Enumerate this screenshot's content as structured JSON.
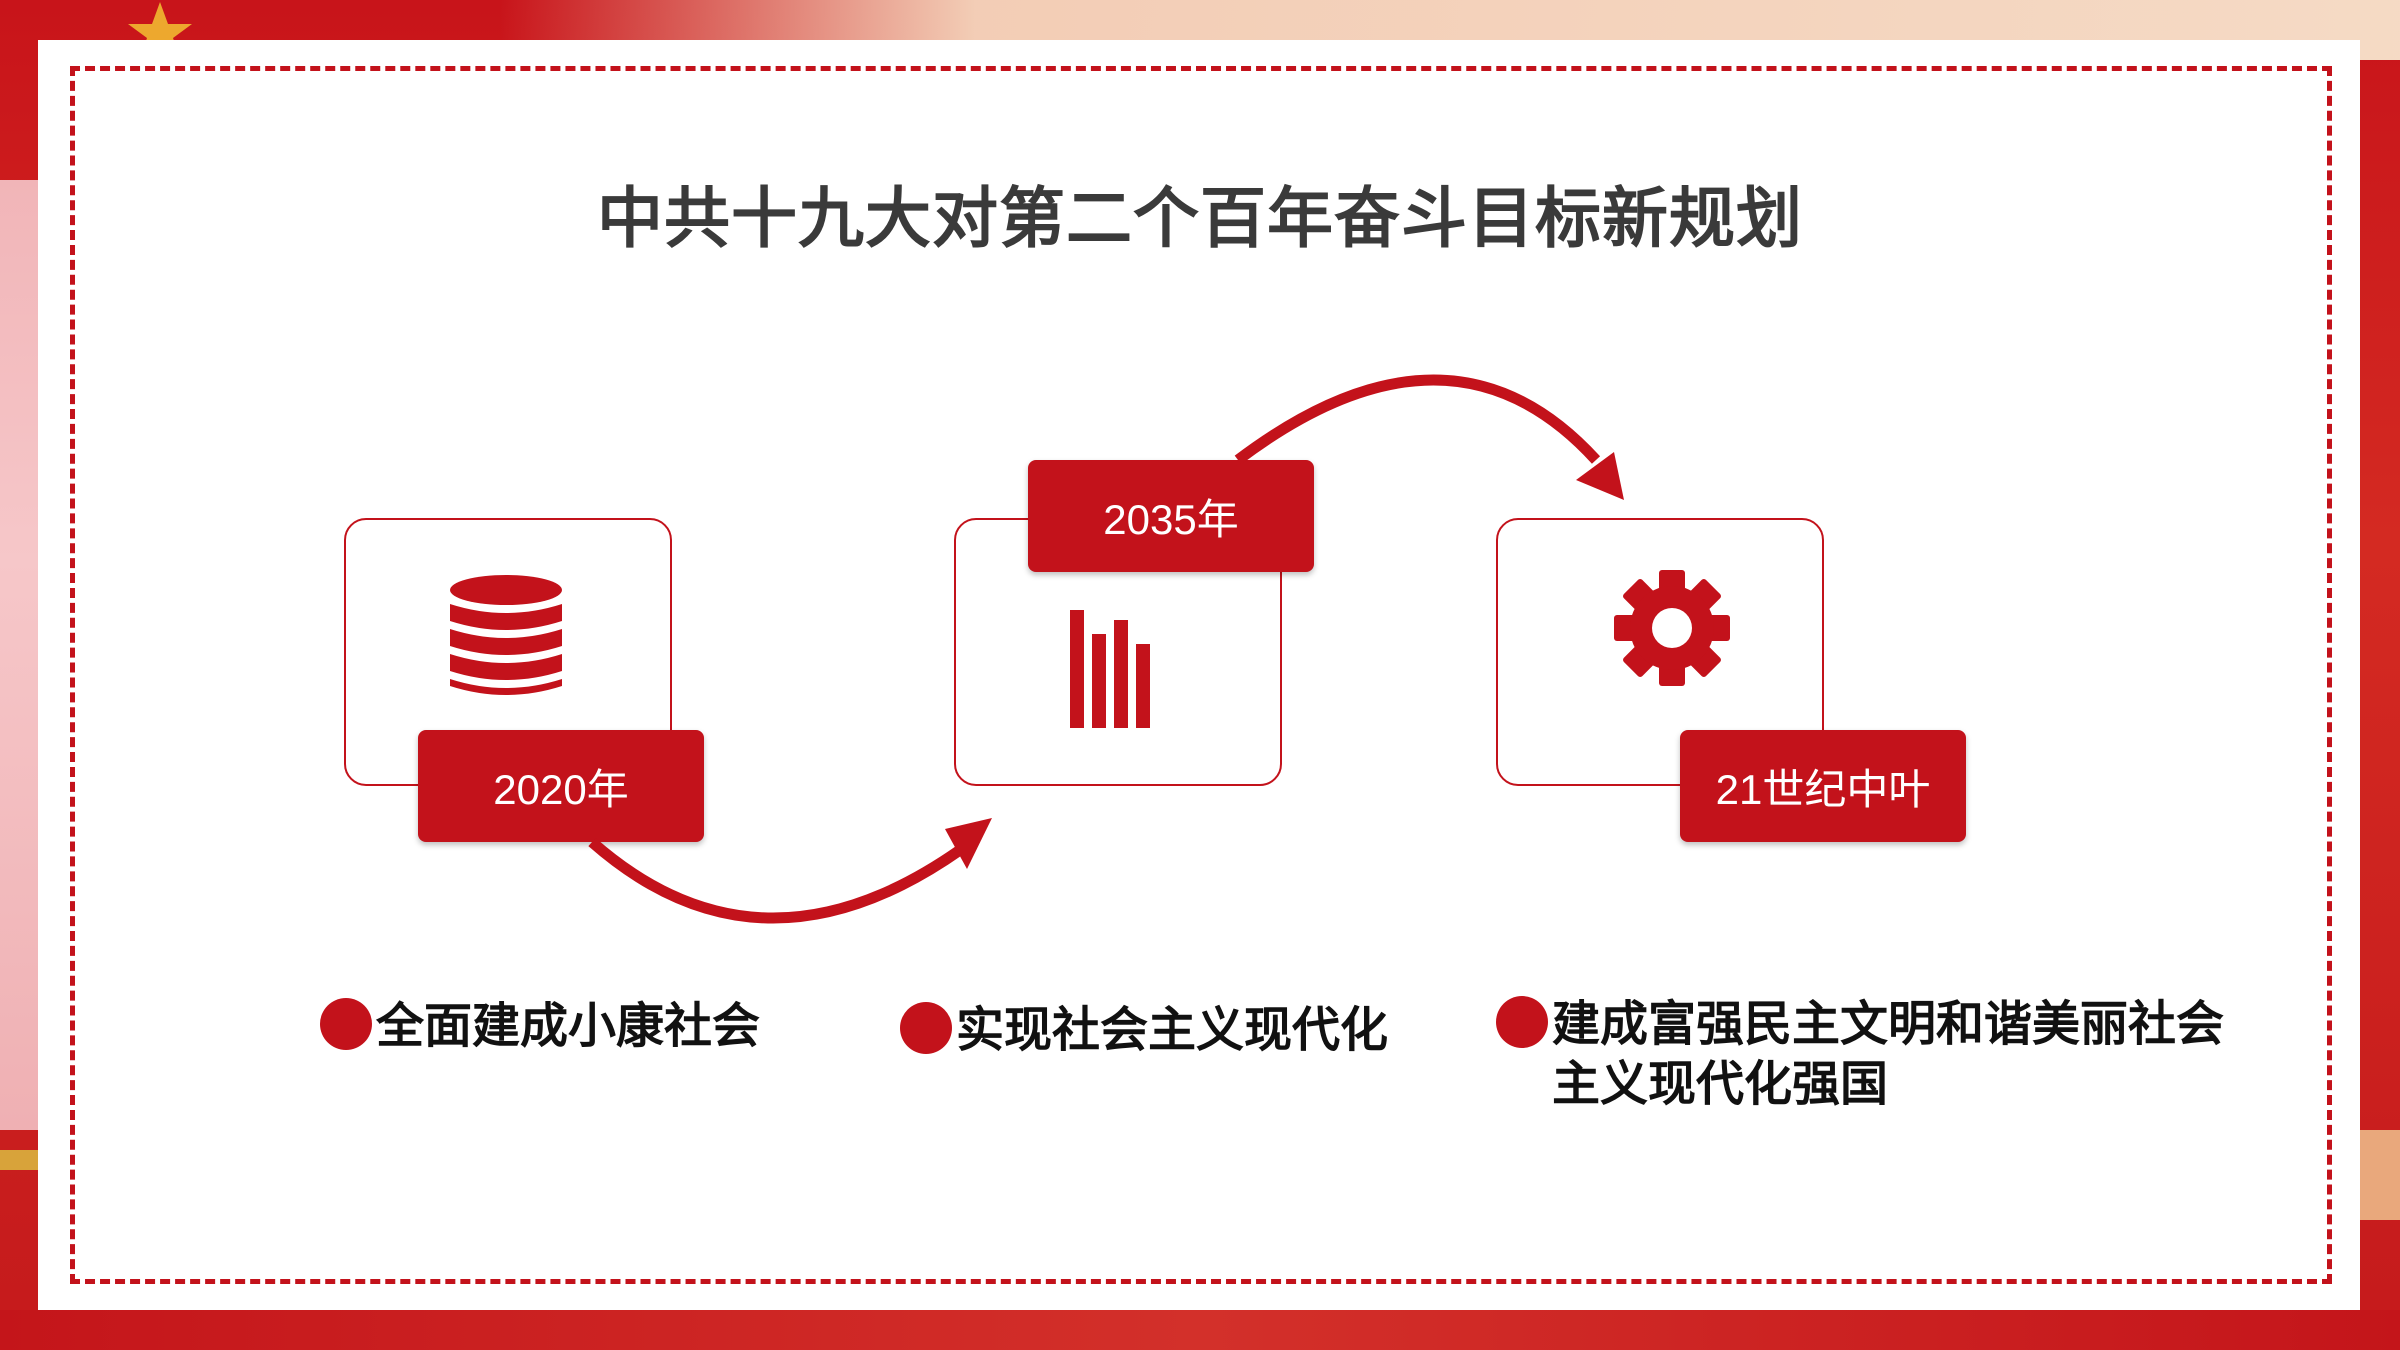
{
  "title": "中共十九大对第二个百年奋斗目标新规划",
  "stages": [
    {
      "tag": "2020年",
      "icon": "database-icon",
      "goal": "全面建成小康社会"
    },
    {
      "tag": "2035年",
      "icon": "bar-chart-icon",
      "goal": "实现社会主义现代化"
    },
    {
      "tag": "21世纪中叶",
      "icon": "gear-icon",
      "goal_line1": "建成富强民主文明和谐美丽社会",
      "goal_line2": "主义现代化强国"
    }
  ],
  "colors": {
    "accent": "#c3121b",
    "title": "#3a3a3a",
    "text": "#111111",
    "background": "#ffffff"
  }
}
